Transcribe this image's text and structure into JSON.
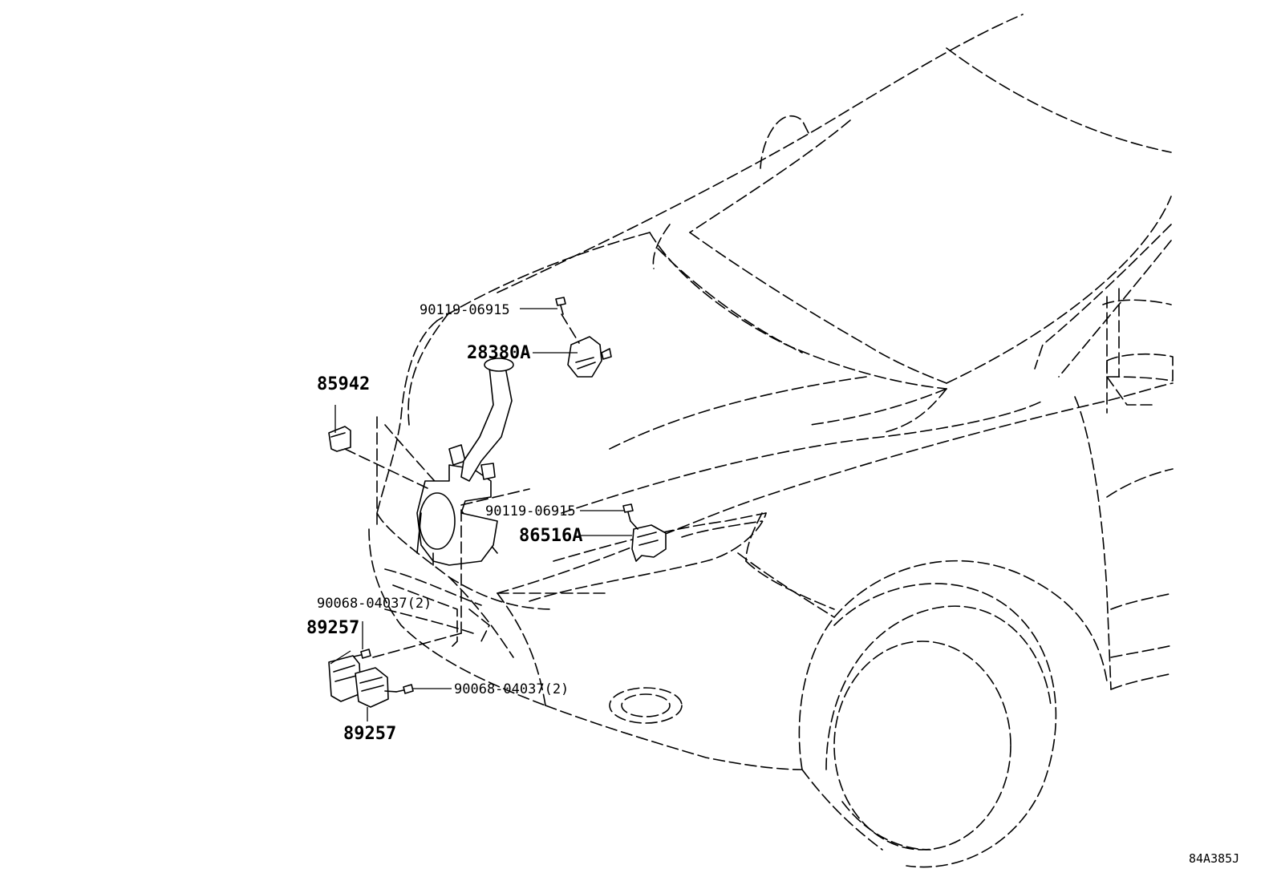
{
  "labels": {
    "bolt_upper": "90119-06915",
    "sensor_upper": "28380A",
    "clip_left": "85942",
    "bolt_mid": "90119-06915",
    "sensor_mid": "86516A",
    "screw_left": "90068-04037(2)",
    "module_upper": "89257",
    "screw_right": "90068-04037(2)",
    "module_lower": "89257"
  },
  "diagram_ref": "84A385J"
}
